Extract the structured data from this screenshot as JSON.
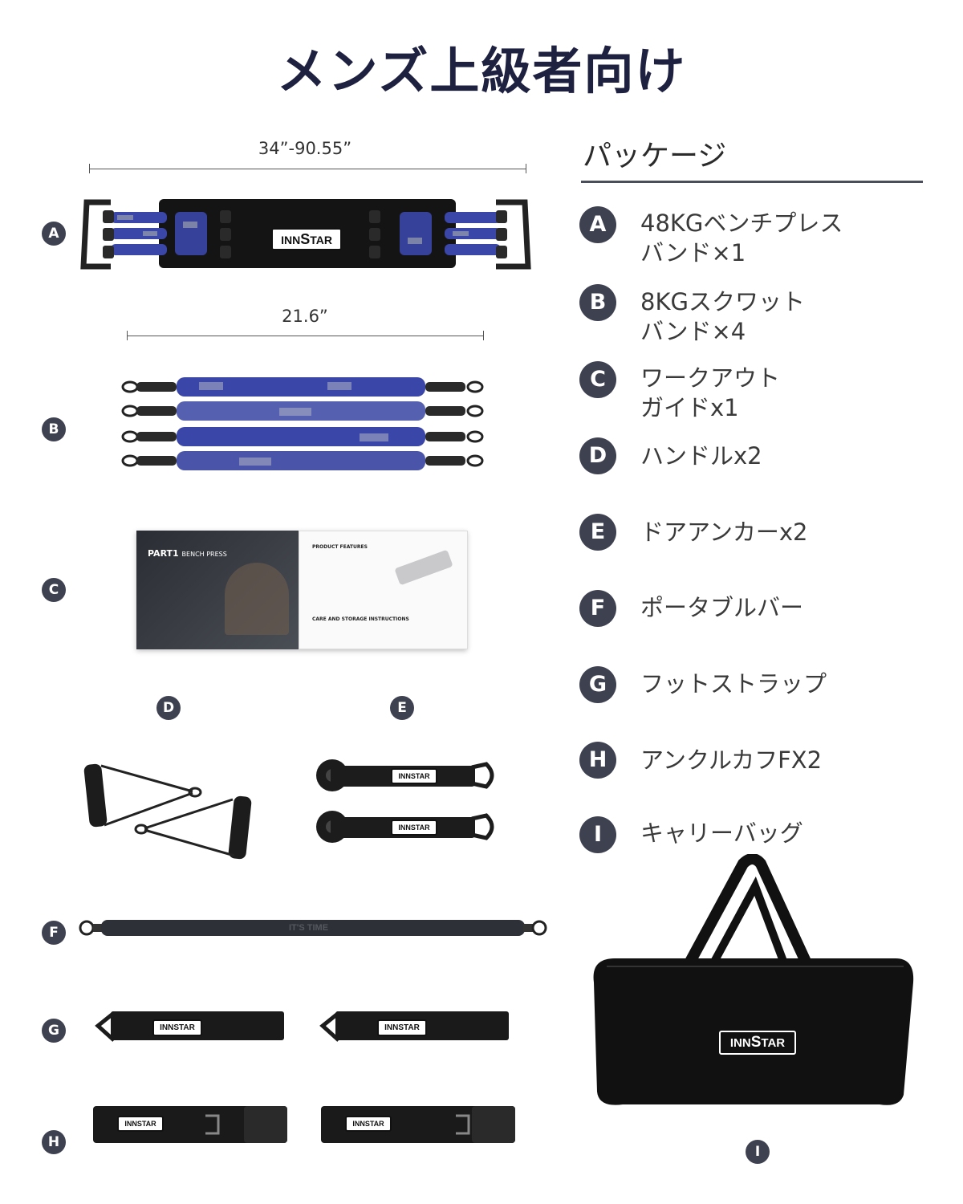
{
  "title": "メンズ上級者向け",
  "dimensions": {
    "band_a": "34”-90.55”",
    "band_b": "21.6”"
  },
  "package": {
    "heading": "パッケージ",
    "items": [
      {
        "letter": "A",
        "line1": "48KGベンチプレス",
        "line2": "バンド×1"
      },
      {
        "letter": "B",
        "line1": "8KGスクワット",
        "line2": "バンド×4"
      },
      {
        "letter": "C",
        "line1": "ワークアウト",
        "line2": "ガイドx1"
      },
      {
        "letter": "D",
        "line1": "ハンドルx2",
        "line2": ""
      },
      {
        "letter": "E",
        "line1": "ドアアンカーx2",
        "line2": ""
      },
      {
        "letter": "F",
        "line1": "ポータブルバー",
        "line2": ""
      },
      {
        "letter": "G",
        "line1": "フットストラップ",
        "line2": ""
      },
      {
        "letter": "H",
        "line1": "アンクルカフFX2",
        "line2": ""
      },
      {
        "letter": "I",
        "line1": "キャリーバッグ",
        "line2": ""
      }
    ]
  },
  "product_labels": [
    "A",
    "B",
    "C",
    "D",
    "E",
    "F",
    "G",
    "H",
    "I"
  ],
  "brand": {
    "logo_left": "INN",
    "logo_mid": "S",
    "logo_right": "TAR"
  },
  "bar_text": "IT'S TIME",
  "booklet": {
    "left_title": "PART1",
    "left_subtitle": "BENCH PRESS",
    "right_heading1": "PRODUCT FEATURES",
    "right_heading2": "CARE AND STORAGE INSTRUCTIONS"
  },
  "colors": {
    "badge": "#3e4150",
    "title": "#1e2140",
    "band_blue": "#3a46a8"
  }
}
